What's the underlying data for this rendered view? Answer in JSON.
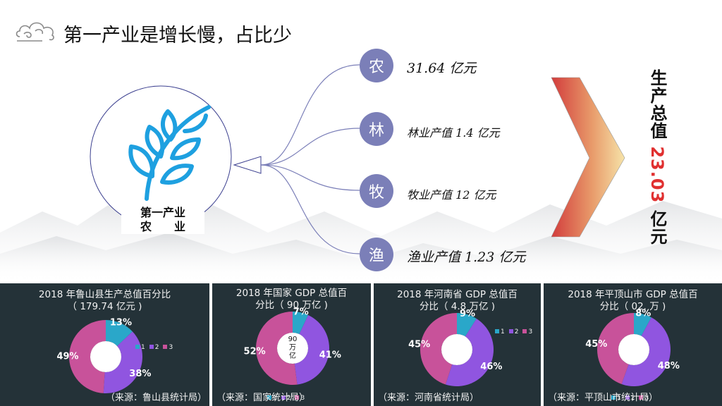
{
  "title": "第一产业是增长慢，占比少",
  "colors": {
    "node": "#7b7fb8",
    "leaf": "#1ea0e0",
    "c1": "#2aa7c9",
    "c2": "#9055e0",
    "c3": "#c8529a",
    "panel": "#243238"
  },
  "center": {
    "label_line1": "第一产业",
    "label_line2": "农　　业",
    "icon": "leaf-branch-icon"
  },
  "branches": [
    {
      "char": "农",
      "text": "31.64 亿元"
    },
    {
      "char": "林",
      "text": "林业产值 1.4 亿元"
    },
    {
      "char": "牧",
      "text": "牧业产值 12 亿元"
    },
    {
      "char": "渔",
      "text": "渔业产值 1.23 亿元"
    }
  ],
  "total": {
    "prefix": "生产总值 ",
    "value": "23.03",
    "suffix": " 亿元"
  },
  "chart_data": [
    {
      "type": "pie",
      "title": "2018 年鲁山县生产总值百分比\n（ 179.74 亿元 )",
      "categories": [
        "1",
        "2",
        "3"
      ],
      "values": [
        13,
        38,
        49
      ],
      "labels": [
        "13%",
        "38%",
        "49%"
      ],
      "legend": [
        "1",
        "2",
        "3"
      ],
      "center_text": "",
      "source": "（来源：鲁山县统计局）"
    },
    {
      "type": "pie",
      "title": "2018 年国家 GDP 总值百\n分比（ 90 万亿 )",
      "categories": [
        "1",
        "2",
        "3"
      ],
      "values": [
        7,
        41,
        52
      ],
      "labels": [
        "7%",
        "41%",
        "52%"
      ],
      "legend": [
        "1",
        "2",
        "3"
      ],
      "center_text": "90\n万\n亿",
      "source": "（来源：国家统计局）"
    },
    {
      "type": "pie",
      "title": "2018 年河南省 GDP 总值百\n分比（ 4.8 万亿 )",
      "categories": [
        "1",
        "2",
        "3"
      ],
      "values": [
        9,
        46,
        45
      ],
      "labels": [
        "9%",
        "46%",
        "45%"
      ],
      "legend": [
        "1",
        "2",
        "3"
      ],
      "center_text": "",
      "source": "（来源：河南省统计局）"
    },
    {
      "type": "pie",
      "title": "2018 年平顶山市 GDP 总值百\n分比（ 02. 万 )",
      "categories": [
        "1",
        "2",
        "3"
      ],
      "values": [
        8,
        48,
        45
      ],
      "labels": [
        "8%",
        "48%",
        "45%"
      ],
      "legend": [
        "1",
        "2",
        "3"
      ],
      "center_text": "",
      "source": "（来源：平顶山市统计局）"
    }
  ]
}
